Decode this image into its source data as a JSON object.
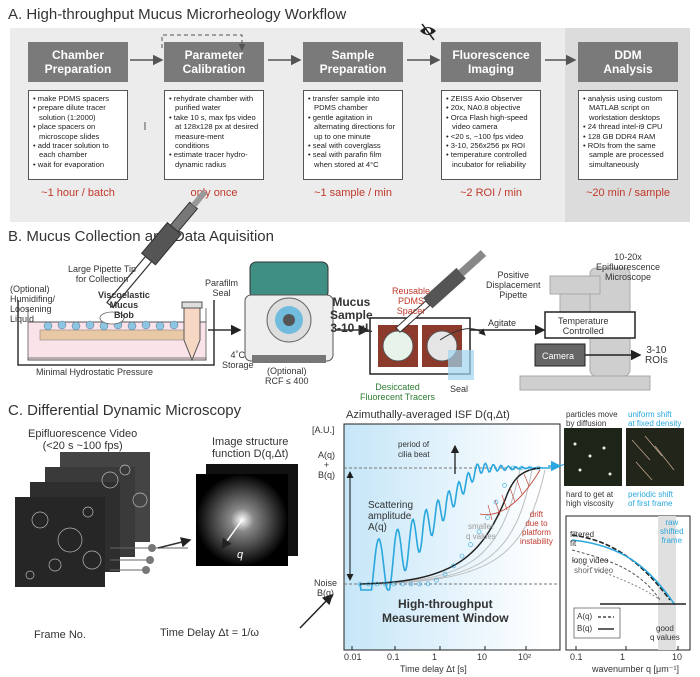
{
  "sectionA": {
    "title": "A. High-throughput Mucus Microrheology Workflow",
    "stages": [
      {
        "title_l1": "Chamber",
        "title_l2": "Preparation",
        "bullets": [
          "make PDMS spacers",
          "prepare dilute tracer solution (1:2000)",
          "place spacers on microscope slides",
          "add tracer solution to each chamber",
          "wait for evaporation"
        ],
        "rate": "~1 hour / batch"
      },
      {
        "title_l1": "Parameter",
        "title_l2": "Calibration",
        "bullets": [
          "rehydrate chamber with purified water",
          "take 10 s, max fps video at 128x128 px at desired measure-ment conditions",
          "estimate tracer hydro-dynamic radius"
        ],
        "rate": "only once"
      },
      {
        "title_l1": "Sample",
        "title_l2": "Preparation",
        "bullets": [
          "transfer sample into PDMS chamber",
          "gentle agitation in alternating directions for up to one minute",
          "seal with coverglass",
          "seal with parafin film when stored at 4°C"
        ],
        "rate": "~1 sample / min"
      },
      {
        "title_l1": "Fluorescence",
        "title_l2": "Imaging",
        "bullets": [
          "ZEISS Axio Observer",
          "20x, NA0.8 objective",
          "Orca Flash high-speed video camera",
          "<20 s, ~100 fps video",
          "3-10, 256x256 px ROI",
          "temperature controlled incubator for reliability"
        ],
        "rate": "~2 ROI / min"
      },
      {
        "title_l1": "DDM",
        "title_l2": "Analysis",
        "bullets": [
          "analysis using custom MATLAB script on workstation desktops",
          "24 thread intel-i9 CPU",
          "128 GB DDR4 RAM",
          "ROIs from the same sample are processed simultaneously"
        ],
        "rate": "~20 min / sample"
      }
    ]
  },
  "sectionB": {
    "title": "B. Mucus Collection and Data Aquisition",
    "large_tip_l1": "Large Pipette Tip",
    "large_tip_l2": "for Collection",
    "blob_l1": "Viscoelastic",
    "blob_l2": "Mucus",
    "blob_l3": "Blob",
    "liquid_l1": "(Optional)",
    "liquid_l2": "Humidifing/",
    "liquid_l3": "Loosening",
    "liquid_l4": "Liquid",
    "pressure": "Minimal Hydrostatic Pressure",
    "parafilm_l1": "Parafilm",
    "parafilm_l2": "Seal",
    "storage_l1": "4˚C",
    "storage_l2": "Storage",
    "rcf_l1": "(Optional)",
    "rcf_l2": "RCF ≤ 400",
    "sample_l1": "Mucus",
    "sample_l2": "Sample",
    "sample_l3": "3-10 μL",
    "spacer_l1": "Reusable",
    "spacer_l2": "PDMS",
    "spacer_l3": "Spacer",
    "pd_l1": "Positive",
    "pd_l2": "Displacement",
    "pd_l3": "Pipette",
    "agitate": "Agitate",
    "tracers_l1": "Desiccated",
    "tracers_l2": "Fluorecent Tracers",
    "seal": "Seal",
    "microscope_l1": "10-20x",
    "microscope_l2": "Epifluorescence",
    "microscope_l3": "Microscope",
    "temp_l1": "Temperature",
    "temp_l2": "Controlled",
    "camera": "Camera",
    "rois_l1": "3-10",
    "rois_l2": "ROIs"
  },
  "sectionC": {
    "title": "C. Differential Dynamic Microscopy",
    "video_l1": "Epifluorescence Video",
    "video_l2": "(<20 s ~100 fps)",
    "frame_no": "Frame No.",
    "isf_l1": "Image structure",
    "isf_l2": "function D(q,Δt)",
    "q": "q",
    "time_delay": "Time Delay Δt = 1/ω",
    "plot": {
      "title": "Azimuthally-averaged ISF D(q,Δt)",
      "unit": "[A.U.]",
      "a_plus_b_l1": "A(q)",
      "a_plus_b_l2": "+",
      "a_plus_b_l3": "B(q)",
      "noise_l1": "Noise",
      "noise_l2": "B(q)",
      "cilia_l1": "period of",
      "cilia_l2": "cilia beat",
      "scattering_l1": "Scattering",
      "scattering_l2": "amplitude",
      "scattering_l3": "A(q)",
      "smaller_l1": "smaller",
      "smaller_l2": "q values",
      "drift_l1": "drift",
      "drift_l2": "due to",
      "drift_l3": "platform",
      "drift_l4": "instability",
      "window_l1": "High-throughput",
      "window_l2": "Measurement Window",
      "xlabel": "Time delay Δt [s]",
      "xticks": [
        "0.01",
        "0.1",
        "1",
        "10",
        "10²"
      ]
    },
    "panels": {
      "diffusion_l1": "particles move",
      "diffusion_l2": "by diffusion",
      "uniform_l1": "uniform shift",
      "uniform_l2": "at fixed density",
      "hard_l1": "hard to get at",
      "hard_l2": "high viscosity",
      "periodic_l1": "periodic shift",
      "periodic_l2": "of first frame"
    },
    "qplot": {
      "raw_l1": "raw",
      "raw_l2": "shifted",
      "raw_l3": "frame",
      "filtered_l1": "filtered",
      "filtered_l2": "fit",
      "long": "long video",
      "short": "short video",
      "legend_a": "A(q)",
      "legend_b": "B(q)",
      "good_l1": "good",
      "good_l2": "q values",
      "xlabel": "wavenumber q [μm⁻¹]",
      "xticks": [
        "0.1",
        "1",
        "10"
      ]
    }
  },
  "colors": {
    "accent_red": "#c0392b",
    "accent_blue": "#2aa7dd",
    "stage_gray": "#7a7a7a",
    "panel_bg": "#ececec"
  }
}
